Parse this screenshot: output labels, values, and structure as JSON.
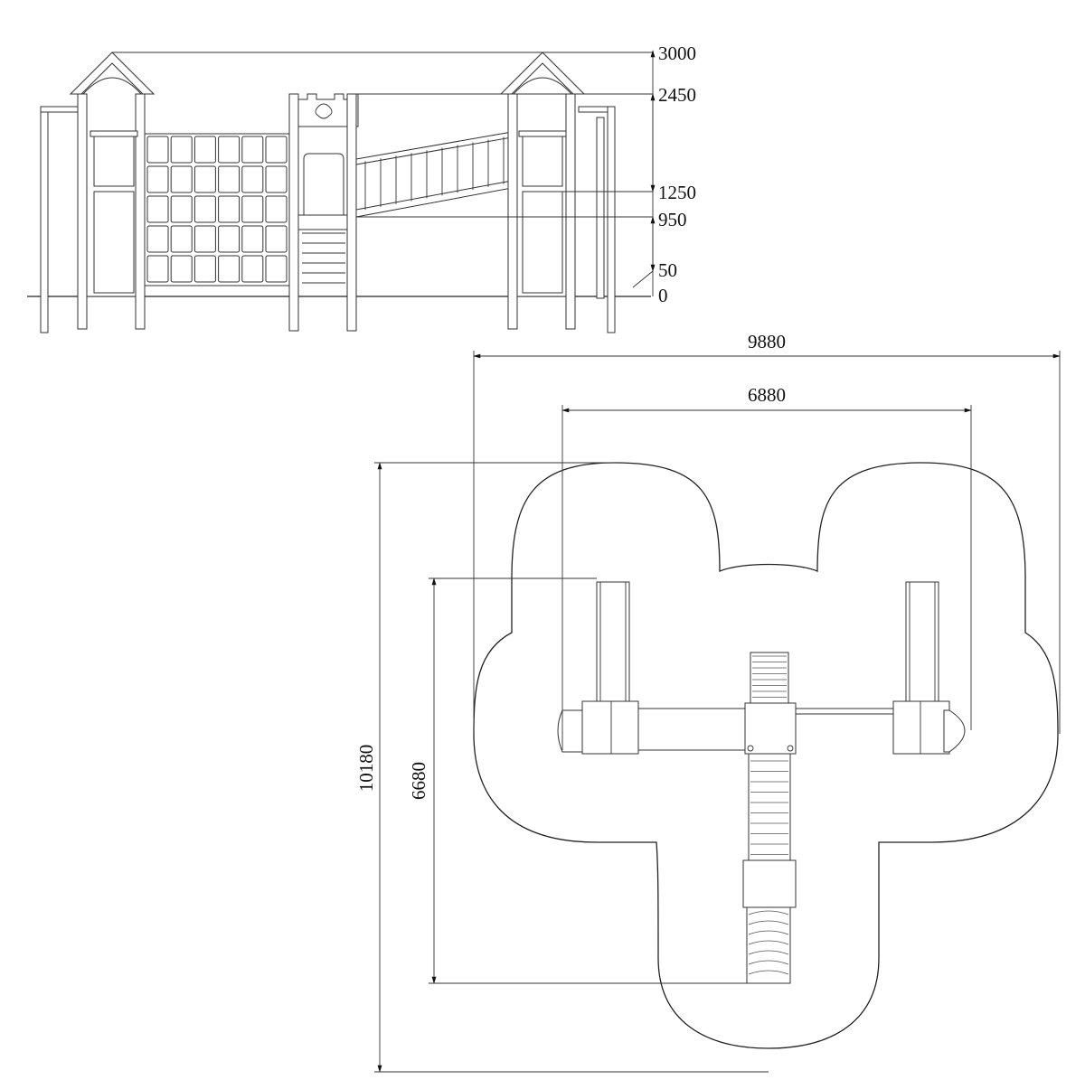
{
  "elevation_view": {
    "height_marks": [
      {
        "label": "3000"
      },
      {
        "label": "2450"
      },
      {
        "label": "1250"
      },
      {
        "label": "950"
      },
      {
        "label": "50"
      },
      {
        "label": "0"
      }
    ]
  },
  "plan_view": {
    "overall_width_label": "9880",
    "inner_width_label": "6880",
    "overall_depth_label": "10180",
    "inner_depth_label": "6680"
  }
}
